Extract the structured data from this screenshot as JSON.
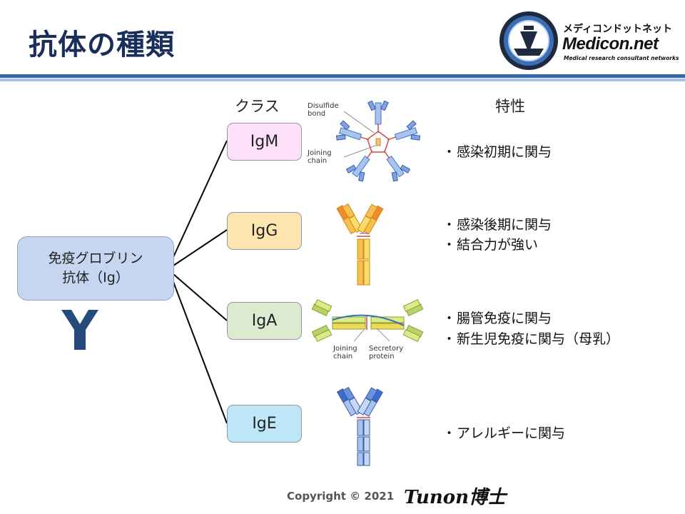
{
  "slide": {
    "title": "抗体の種類"
  },
  "logo": {
    "jp": "メディコンドットネット",
    "en": "Medicon.net",
    "sub": "Medical research consultant networks"
  },
  "headers": {
    "class": "クラス",
    "property": "特性"
  },
  "root": {
    "line1": "免疫グロブリン",
    "line2": "抗体（Ig）"
  },
  "classes": [
    {
      "name": "IgM",
      "color": "#fbe0f7",
      "properties": [
        "感染初期に関与"
      ]
    },
    {
      "name": "IgG",
      "color": "#fde5b0",
      "properties": [
        "感染後期に関与",
        "結合力が強い"
      ]
    },
    {
      "name": "IgA",
      "color": "#dcebd0",
      "properties": [
        "腸管免疫に関与",
        "新生児免疫に関与（母乳）"
      ]
    },
    {
      "name": "IgE",
      "color": "#bde6f7",
      "properties": [
        "アレルギーに関与"
      ]
    }
  ],
  "bullet": "・",
  "labels": {
    "igm_disulfide": "Disulfide bond",
    "igm_joining": "Joining chain",
    "iga_joining": "Joining chain",
    "iga_secretory": "Secretory protein"
  },
  "footer": {
    "copyright": "Copyright © 2021",
    "signature": "Tunon博士"
  }
}
